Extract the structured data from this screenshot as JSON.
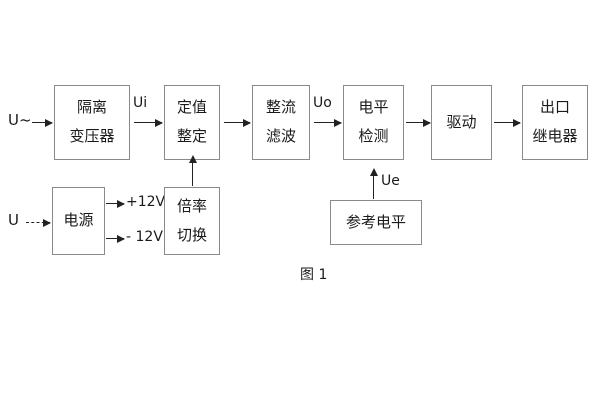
{
  "diagram": {
    "caption": "图 1",
    "blocks": [
      {
        "id": "isolation-transformer",
        "lines": [
          "隔离",
          "变压器"
        ]
      },
      {
        "id": "setpoint-setting",
        "lines": [
          "定值",
          "整定"
        ]
      },
      {
        "id": "rectify-filter",
        "lines": [
          "整流",
          "滤波"
        ]
      },
      {
        "id": "level-detection",
        "lines": [
          "电平",
          "检测"
        ]
      },
      {
        "id": "drive",
        "lines": [
          "驱动"
        ]
      },
      {
        "id": "output-relay",
        "lines": [
          "出口",
          "继电器"
        ]
      },
      {
        "id": "power-supply",
        "lines": [
          "电源"
        ]
      },
      {
        "id": "multiplier-switch",
        "lines": [
          "倍率",
          "切换"
        ]
      },
      {
        "id": "reference-level",
        "lines": [
          "参考电平"
        ]
      }
    ],
    "labels": {
      "input_ac": "U~",
      "input_dc": "U",
      "ui": "Ui",
      "uo": "Uo",
      "ue": "Ue",
      "rail_positive": "+12V",
      "rail_negative": "- 12V"
    },
    "colors": {
      "box_border": "#8a8a8a",
      "arrow": "#222222",
      "text": "#1a1a1a",
      "background": "#ffffff"
    }
  }
}
